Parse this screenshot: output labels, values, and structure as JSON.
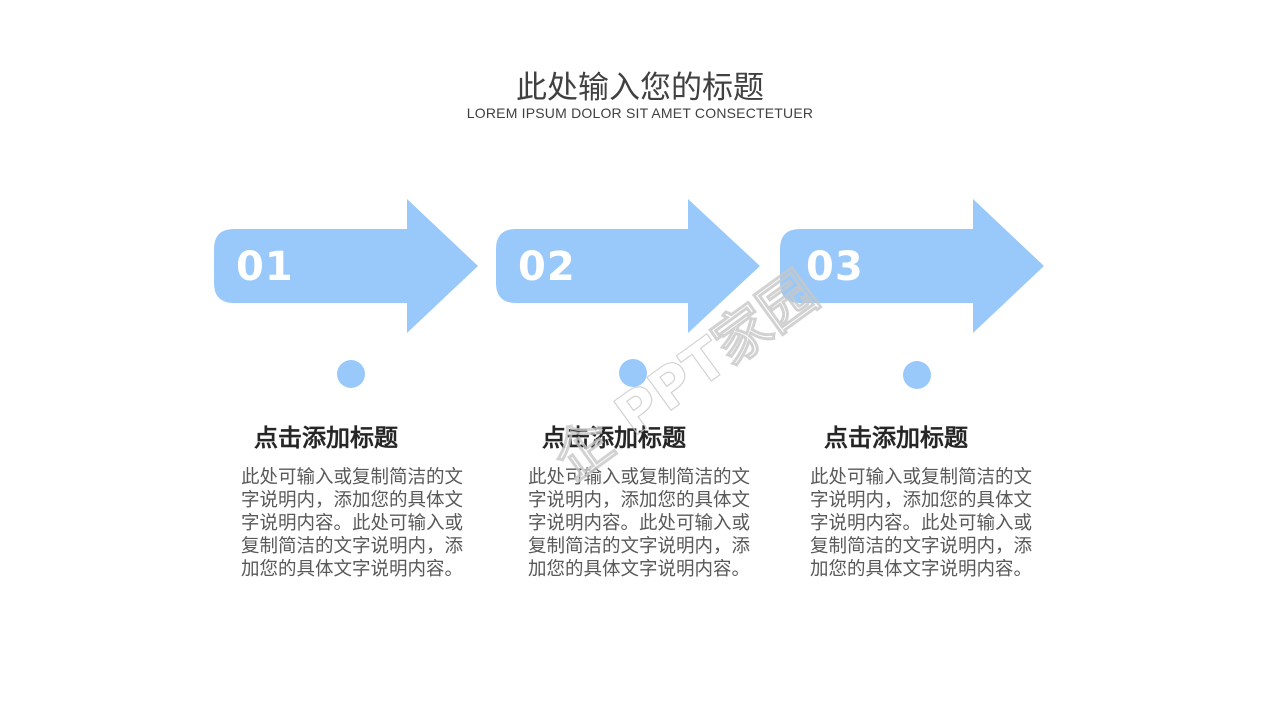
{
  "header": {
    "title": "此处输入您的标题",
    "subtitle": "LOREM IPSUM DOLOR SIT AMET CONSECTETUER"
  },
  "colors": {
    "accent": "#99c8fa",
    "title_text": "#404040",
    "heading_text": "#262626",
    "body_text": "#595959"
  },
  "steps": [
    {
      "number": "01",
      "title": "点击添加标题",
      "body": "此处可输入或复制简洁的文字说明内，添加您的具体文字说明内容。此处可输入或复制简洁的文字说明内，添加您的具体文字说明内容。"
    },
    {
      "number": "02",
      "title": "点击添加标题",
      "body": "此处可输入或复制简洁的文字说明内，添加您的具体文字说明内容。此处可输入或复制简洁的文字说明内，添加您的具体文字说明内容。"
    },
    {
      "number": "03",
      "title": "点击添加标题",
      "body": "此处可输入或复制简洁的文字说明内，添加您的具体文字说明内容。此处可输入或复制简洁的文字说明内，添加您的具体文字说明内容。"
    }
  ],
  "watermark": {
    "text": "企 PPT家园"
  }
}
